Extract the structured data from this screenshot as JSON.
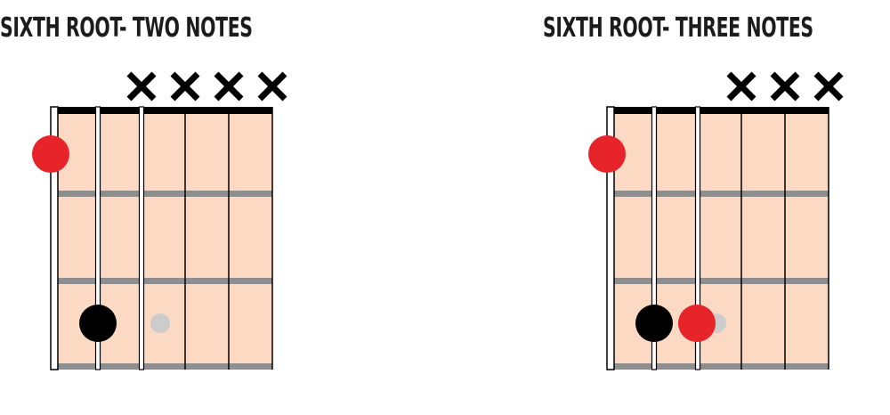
{
  "diagrams": [
    {
      "title": "SIXTH ROOT- TWO NOTES",
      "strings_muted": [
        3,
        4,
        5,
        6
      ],
      "root_marker": {
        "string": 1,
        "fret": 1,
        "color": "#e8242b"
      },
      "dots": [
        {
          "string": 2,
          "fret": 3,
          "color": "#000000",
          "size": "large"
        },
        {
          "string": 3,
          "fret": 3,
          "color": "#cccccc",
          "size": "small"
        }
      ]
    },
    {
      "title": "SIXTH ROOT- THREE NOTES",
      "strings_muted": [
        4,
        5,
        6
      ],
      "root_marker": {
        "string": 1,
        "fret": 1,
        "color": "#e8242b"
      },
      "dots": [
        {
          "string": 2,
          "fret": 3,
          "color": "#000000",
          "size": "large"
        },
        {
          "string": 3,
          "fret": 3,
          "color": "#cccccc",
          "size": "small"
        },
        {
          "string": 3,
          "fret": 3,
          "color": "#e8242b",
          "size": "large"
        }
      ]
    }
  ],
  "colors": {
    "fretboard": "#fbd9c3",
    "fret_wire": "#8e8e8e",
    "nut": "#000000",
    "string": "#000000",
    "mute_mark": "#000000"
  }
}
